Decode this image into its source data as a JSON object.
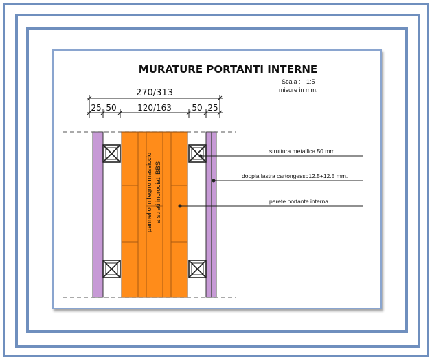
{
  "title": "MURATURE PORTANTI INTERNE",
  "scale_label": "Scala :",
  "scale_value": "1:5",
  "units": "misure in mm.",
  "dimensions": {
    "total": "270/313",
    "seg_1": "25",
    "seg_2": "50",
    "seg_3": "120/163",
    "seg_4": "50",
    "seg_5": "25"
  },
  "panel_label_line1": "pannello in legno massiccio",
  "panel_label_line2": "a strati incrociati BBS",
  "callouts": {
    "metal_structure": "struttura metallica 50 mm.",
    "plasterboard": "doppia lastra cartongesso12.5+12.5 mm.",
    "bearing_wall": "parete portante interna"
  },
  "colors": {
    "frame_blue": "#6f8fbe",
    "timber_orange": "#ff8c1a",
    "plasterboard_violet": "#c79ad6"
  }
}
